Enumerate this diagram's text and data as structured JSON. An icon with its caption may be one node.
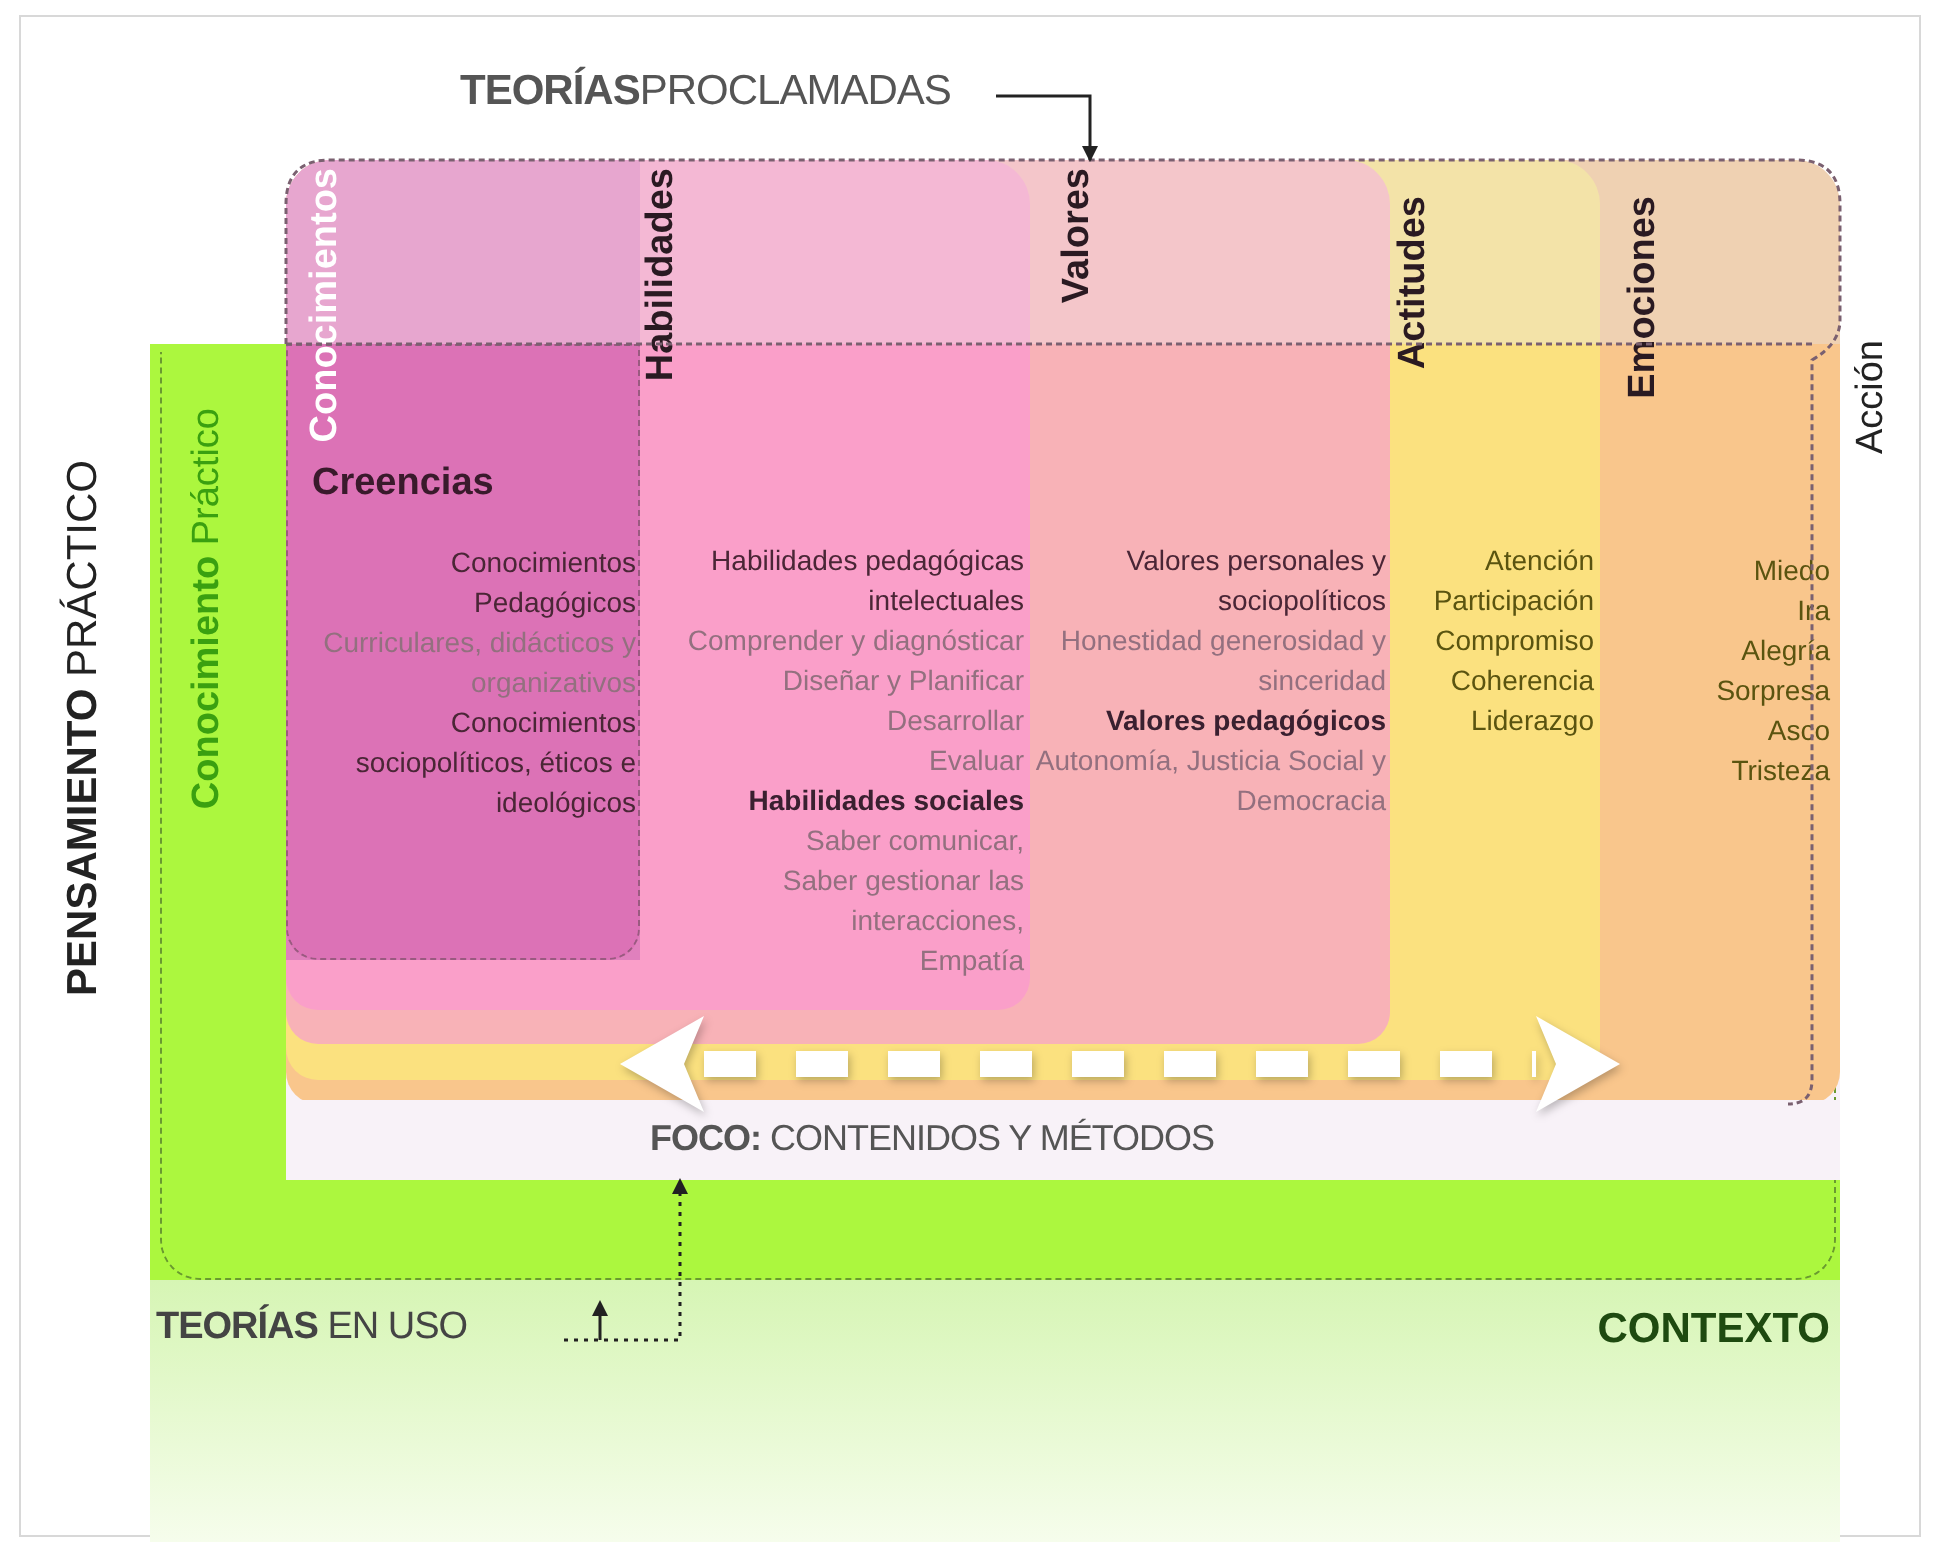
{
  "diagram": {
    "nodes": [
      {
        "text": [
          "**TEORÍAS**PROCLAMADAS"
        ]
      },
      {
        "text": [
          "**Conocimiento** Práctico"
        ]
      },
      {
        "text": [
          "Emociones",
          "Miedo",
          "Ira",
          "Alegría",
          "Sorpresa",
          "Asco",
          "Tristeza"
        ],
        "in": 1
      },
      {
        "text": [
          "Actitudes",
          "Atención",
          "Participación",
          "Compromiso",
          "Coherencia",
          "Liderazgo"
        ],
        "in": 2
      },
      {
        "text": [
          "Valores",
          "Valores personales y sociopolíticos",
          "Honestidad generosidad y sinceridad",
          "Valores pedagógicos",
          "Autonomía, Justicia Social y Democracia"
        ],
        "in": 3
      },
      {
        "text": [
          "Habilidades",
          "Habilidades pedagógicas intelectuales",
          "Comprender y diagnósticar",
          "Diseñar y Planificar",
          "Desarrollar",
          "Evaluar",
          "Habilidades sociales",
          "Saber comunicar,",
          "Saber gestionar las interacciones,",
          "Empatía"
        ],
        "in": 4
      },
      {
        "text": [
          "Conocimientos"
        ],
        "in": 5
      },
      {
        "text": [
          "Creencias",
          "Conocimientos Pedagógicos",
          "Curriculares, didácticos y organizativos",
          "Conocimientos sociopolíticos, éticos e ideológicos"
        ],
        "in": 6
      },
      {
        "text": [
          "**FOCO:** CONTENIDOS Y MÉTODOS"
        ],
        "in": 1
      },
      {
        "text": [
          "CONTEXTO"
        ]
      },
      {
        "text": [
          "**TEORÍAS** EN USO"
        ],
        "in": 9
      }
    ],
    "edges": [
      {
        "from": 0,
        "to": 2,
        "arrow": "to"
      },
      {
        "from": 10,
        "to": 8,
        "arrow": "to",
        "style": "dashed"
      }
    ],
    "labels": [
      "**PENSAMIENTO** PRÁCTICO",
      "Acción"
    ]
  }
}
